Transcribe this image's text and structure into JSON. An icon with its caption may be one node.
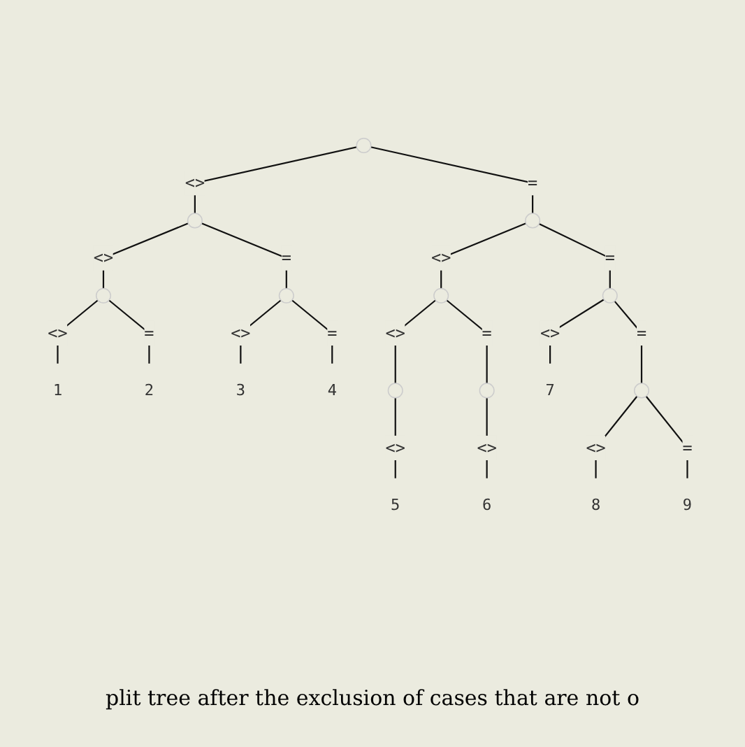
{
  "diagram": {
    "caption": "plit tree after the exclusion of cases that are not o",
    "nodes": [
      {
        "text": [],
        "shape": "point"
      },
      {
        "text": [],
        "shape": "point"
      },
      {
        "text": [],
        "shape": "point"
      },
      {
        "text": [],
        "shape": "point"
      },
      {
        "text": [],
        "shape": "point"
      },
      {
        "text": [],
        "shape": "point"
      },
      {
        "text": [],
        "shape": "point"
      },
      {
        "text": [
          "1"
        ]
      },
      {
        "text": [
          "2"
        ]
      },
      {
        "text": [
          "3"
        ]
      },
      {
        "text": [
          "4"
        ]
      },
      {
        "text": [],
        "shape": "point"
      },
      {
        "text": [],
        "shape": "point"
      },
      {
        "text": [
          "7"
        ]
      },
      {
        "text": [],
        "shape": "point"
      },
      {
        "text": [
          "5"
        ]
      },
      {
        "text": [
          "6"
        ]
      },
      {
        "text": [
          "8"
        ]
      },
      {
        "text": [
          "9"
        ]
      }
    ],
    "edges": [
      {
        "from": 0,
        "to": 1,
        "arrow": "none",
        "label": "<>"
      },
      {
        "from": 0,
        "to": 2,
        "arrow": "none",
        "label": "="
      },
      {
        "from": 1,
        "to": 3,
        "arrow": "none",
        "label": "<>"
      },
      {
        "from": 1,
        "to": 4,
        "arrow": "none",
        "label": "="
      },
      {
        "from": 2,
        "to": 5,
        "arrow": "none",
        "label": "<>"
      },
      {
        "from": 2,
        "to": 6,
        "arrow": "none",
        "label": "="
      },
      {
        "from": 3,
        "to": 7,
        "arrow": "none",
        "label": "<>"
      },
      {
        "from": 3,
        "to": 8,
        "arrow": "none",
        "label": "="
      },
      {
        "from": 4,
        "to": 9,
        "arrow": "none",
        "label": "<>"
      },
      {
        "from": 4,
        "to": 10,
        "arrow": "none",
        "label": "="
      },
      {
        "from": 5,
        "to": 11,
        "arrow": "none",
        "label": "<>"
      },
      {
        "from": 5,
        "to": 12,
        "arrow": "none",
        "label": "="
      },
      {
        "from": 6,
        "to": 13,
        "arrow": "none",
        "label": "<>"
      },
      {
        "from": 6,
        "to": 14,
        "arrow": "none",
        "label": "="
      },
      {
        "from": 11,
        "to": 15,
        "arrow": "none",
        "label": "<>"
      },
      {
        "from": 12,
        "to": 16,
        "arrow": "none",
        "label": "<>"
      },
      {
        "from": 14,
        "to": 17,
        "arrow": "none",
        "label": "<>"
      },
      {
        "from": 14,
        "to": 18,
        "arrow": "none",
        "label": "="
      }
    ]
  }
}
